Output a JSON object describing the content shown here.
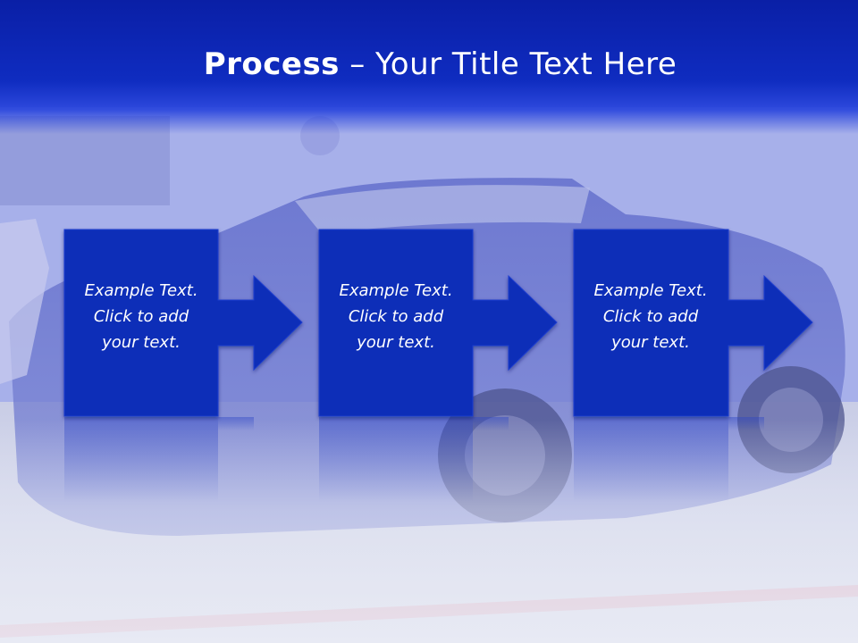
{
  "title": {
    "bold": "Process",
    "rest": " – Your Title Text Here"
  },
  "steps": [
    {
      "line1": "Example Text.",
      "line2": "Click  to add",
      "line3": "your text."
    },
    {
      "line1": "Example Text.",
      "line2": "Click  to add",
      "line3": "your text."
    },
    {
      "line1": "Example Text.",
      "line2": "Click  to add",
      "line3": "your text."
    }
  ],
  "colors": {
    "title_band": "#0f2cc0",
    "box_fill": "#0f2db8",
    "text": "#ffffff"
  },
  "icons": [
    "right-arrow-icon"
  ]
}
